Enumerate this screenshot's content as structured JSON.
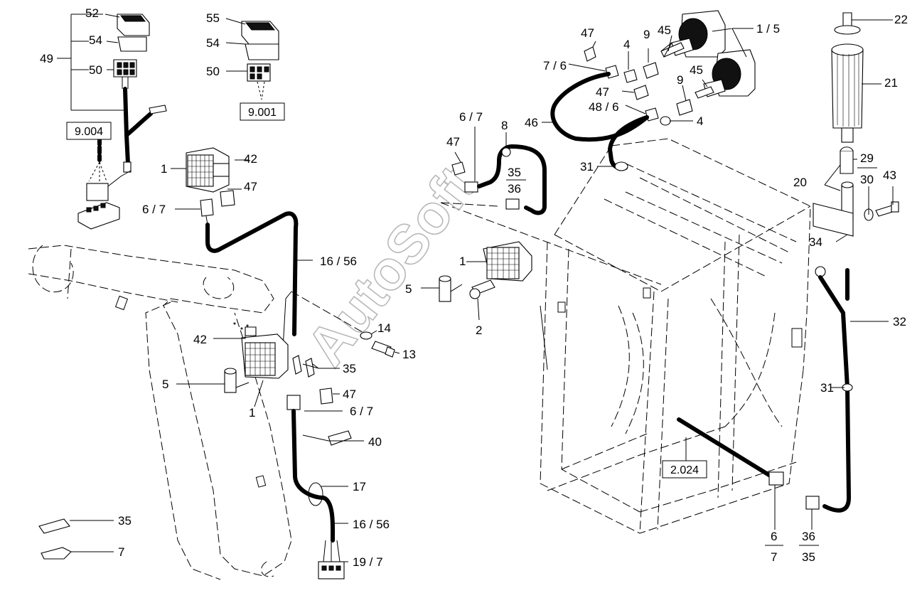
{
  "watermark": "AutoSoft",
  "reference_boxes": {
    "ref_9004": "9.004",
    "ref_9001": "9.001",
    "ref_2024": "2.024"
  },
  "callouts": {
    "c52": "52",
    "c54a": "54",
    "c49": "49",
    "c50a": "50",
    "c55": "55",
    "c54b": "54",
    "c50b": "50",
    "c1a": "1",
    "c42a": "42",
    "c47a": "47",
    "c67a": "6 / 7",
    "c1656a": "16 / 56",
    "c5a": "5",
    "c1b": "1",
    "c2": "2",
    "c14": "14",
    "c13": "13",
    "c42b": "42",
    "c35a": "35",
    "c47b": "47",
    "c5b": "5",
    "c1c": "1",
    "c67b": "6 / 7",
    "c40": "40",
    "c17": "17",
    "c1656b": "16 / 56",
    "c197": "19 / 7",
    "c35b": "35",
    "c7": "7",
    "c67c": "6 / 7",
    "c47c": "47",
    "c8": "8",
    "c47d": "47",
    "c76": "7 / 6",
    "c4a": "4",
    "c9a": "9",
    "c45a": "45",
    "c15": "1 / 5",
    "c47e": "47",
    "c486": "48 / 6",
    "c9b": "9",
    "c45b": "45",
    "c4b": "4",
    "c46": "46",
    "c31a": "31",
    "c22": "22",
    "c21": "21",
    "c29": "29",
    "c30": "30",
    "c20": "20",
    "c43": "43",
    "c34": "34",
    "c32": "32",
    "c31b": "31",
    "frac_3536": {
      "num": "35",
      "den": "36"
    },
    "frac_67": {
      "num": "6",
      "den": "7"
    },
    "frac_3635": {
      "num": "36",
      "den": "35"
    },
    "frac_2930": {
      "num": "29",
      "den": "30"
    }
  }
}
